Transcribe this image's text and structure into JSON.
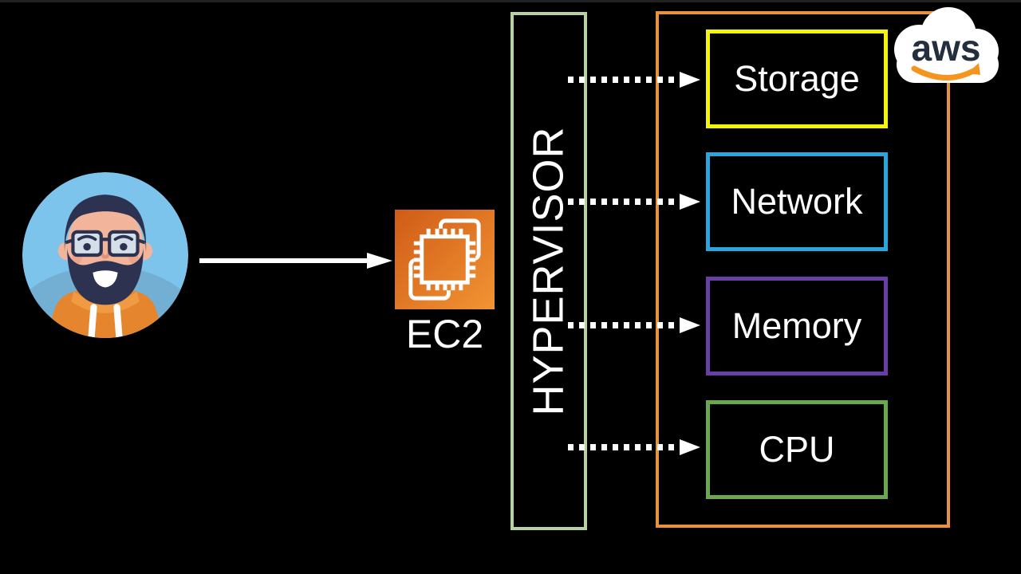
{
  "page": {
    "background": "#000000"
  },
  "ec2": {
    "label": "EC2",
    "icon_color_from": "#d05c17",
    "icon_color_to": "#f29433"
  },
  "hypervisor": {
    "label": "HYPERVISOR",
    "border_color": "#b7d1a2"
  },
  "host": {
    "border_color": "#e8923c",
    "resources": [
      {
        "label": "Storage",
        "border_color": "#f4f409"
      },
      {
        "label": "Network",
        "border_color": "#2ba6dd"
      },
      {
        "label": "Memory",
        "border_color": "#6a3fa5"
      },
      {
        "label": "CPU",
        "border_color": "#6aa84f"
      }
    ]
  },
  "aws": {
    "logo_text": "aws",
    "text_color": "#232f3e",
    "smile_color": "#f7941d",
    "cloud_color": "#ffffff"
  },
  "arrows": {
    "color": "#ffffff"
  }
}
